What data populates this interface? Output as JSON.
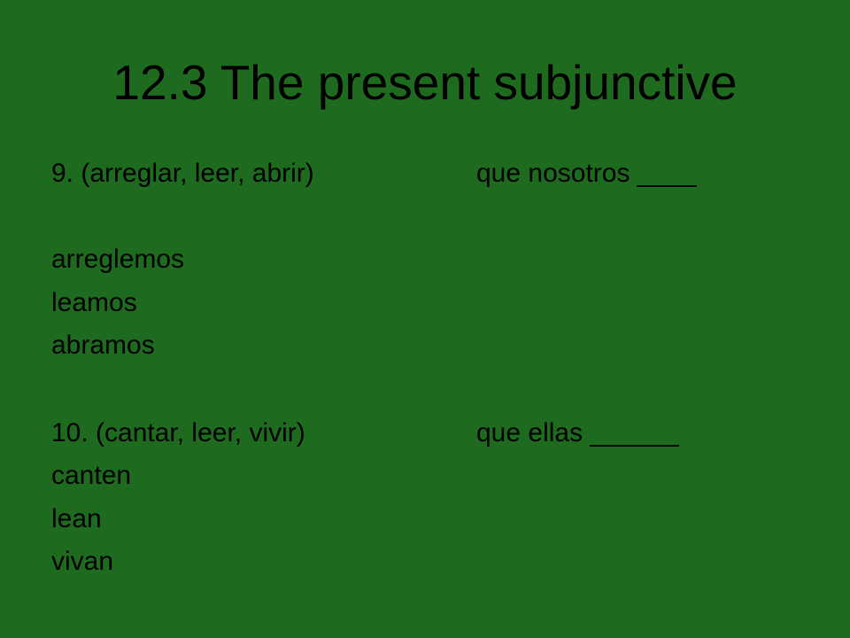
{
  "slide": {
    "title": "12.3 The present subjunctive",
    "exercise_9": {
      "prompt": "9. (arreglar, leer, abrir)",
      "cue": "que nosotros ____",
      "answers": [
        "arreglemos",
        "leamos",
        "abramos"
      ]
    },
    "exercise_10": {
      "prompt": "10. (cantar, leer, vivir)",
      "cue": "que ellas  ______",
      "answers": [
        "canten",
        "lean",
        "vivan"
      ]
    }
  },
  "colors": {
    "background": "#1e6a1e",
    "text": "#000000"
  }
}
